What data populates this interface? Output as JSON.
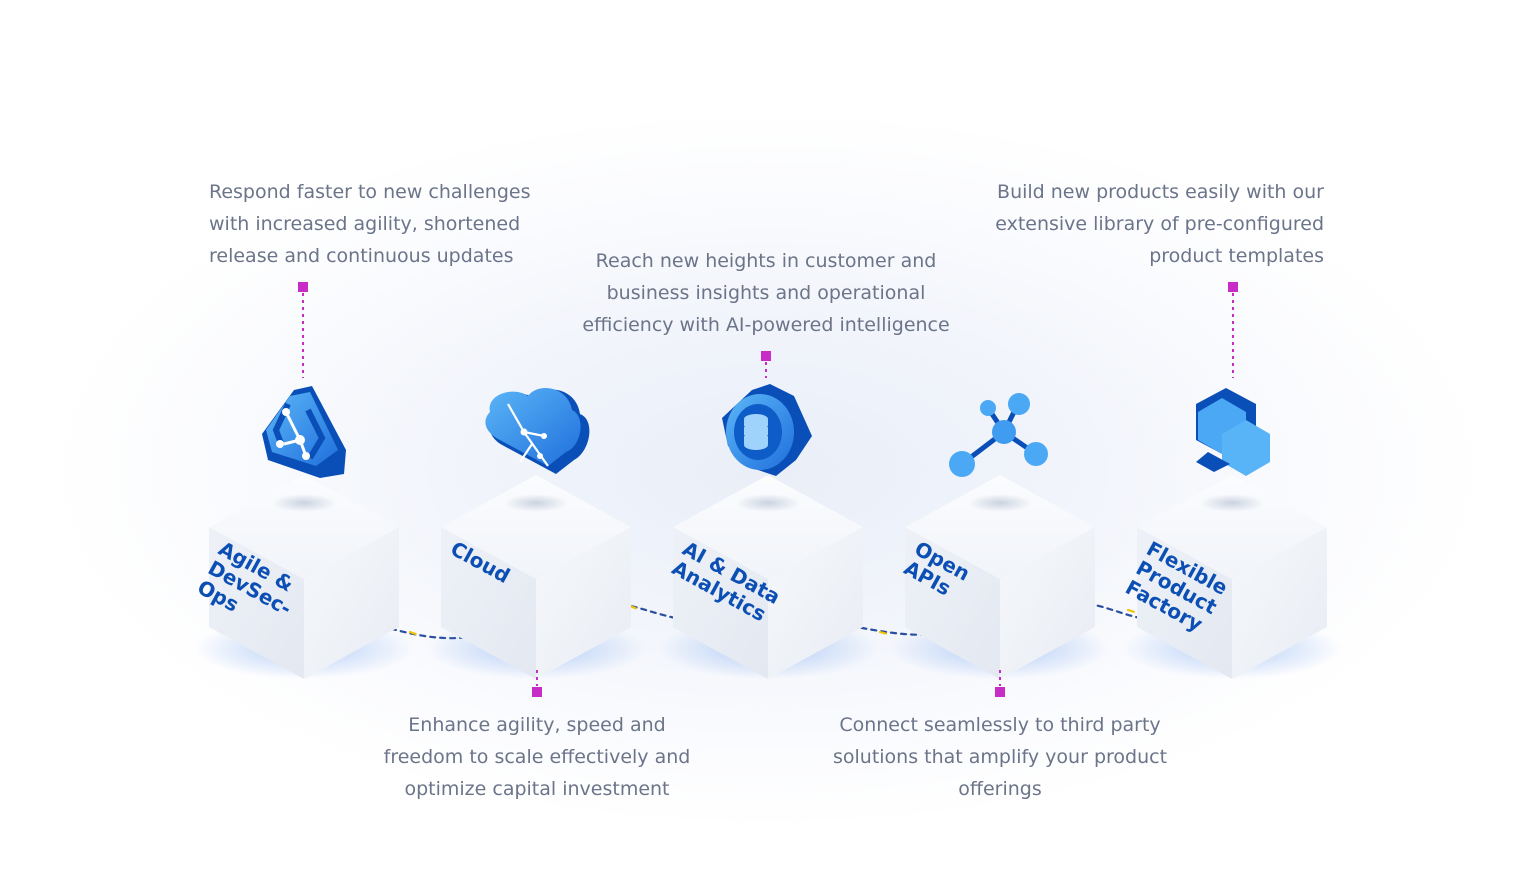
{
  "colors": {
    "accent_blue": "#0c4fb4",
    "icon_blue": "#1e73e0",
    "icon_light": "#4aa8f5",
    "marker_magenta": "#c72cc7",
    "connector_navy": "#2a4f9e",
    "connector_yellow": "#f2c200",
    "text_gray": "#6b7489"
  },
  "modules": [
    {
      "id": "devsecops",
      "label_lines": [
        "Agile &",
        "DevSec-",
        "Ops"
      ],
      "icon": "git-branch-icon",
      "description": "Respond faster to new challenges\nwith increased agility, shortened\nrelease and continuous updates",
      "description_position": "top"
    },
    {
      "id": "cloud",
      "label_lines": [
        "Cloud"
      ],
      "icon": "cloud-network-icon",
      "description": "Enhance agility, speed and\nfreedom to scale effectively and\noptimize capital investment",
      "description_position": "bottom"
    },
    {
      "id": "ai-data",
      "label_lines": [
        "AI & Data",
        "Analytics"
      ],
      "icon": "database-gear-icon",
      "description": "Reach new heights in customer and\nbusiness insights and operational\nefficiency with AI-powered intelligence",
      "description_position": "top"
    },
    {
      "id": "open-apis",
      "label_lines": [
        "Open",
        "APIs"
      ],
      "icon": "network-nodes-icon",
      "description": "Connect seamlessly to third party\nsolutions that amplify your product\nofferings",
      "description_position": "bottom"
    },
    {
      "id": "product-factory",
      "label_lines": [
        "Flexible",
        "Product",
        "Factory"
      ],
      "icon": "hexagon-blocks-icon",
      "description": "Build new products easily with our\nextensive library of pre-configured\nproduct templates",
      "description_position": "top"
    }
  ]
}
